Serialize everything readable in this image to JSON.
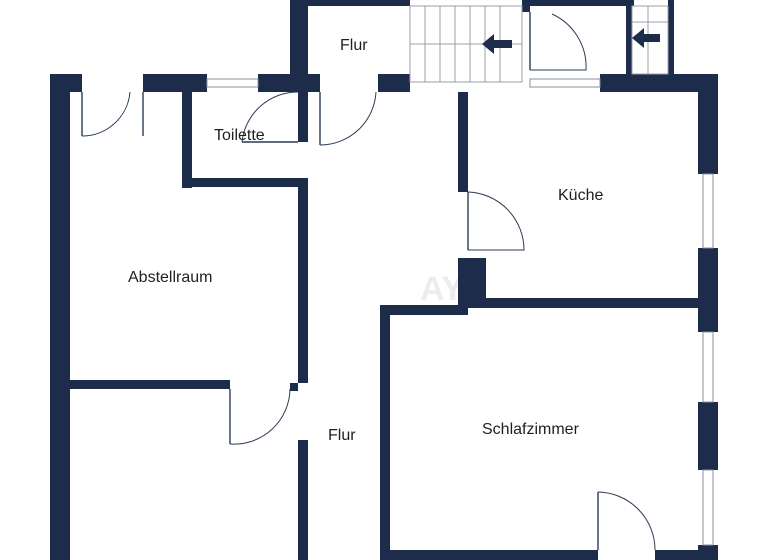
{
  "colors": {
    "wall": "#1c2c4a",
    "background": "#ffffff",
    "label": "#1f1f1f",
    "watermark": "#e9ecf1"
  },
  "rooms": {
    "flur_top": "Flur",
    "toilette": "Toilette",
    "kueche": "Küche",
    "abstellraum": "Abstellraum",
    "flur_main": "Flur",
    "schlafzimmer": "Schlafzimmer"
  },
  "watermark_text": "AY",
  "icons": {
    "stair_arrow_left": "arrow-left-icon",
    "stair_arrow_right": "arrow-left-icon"
  }
}
